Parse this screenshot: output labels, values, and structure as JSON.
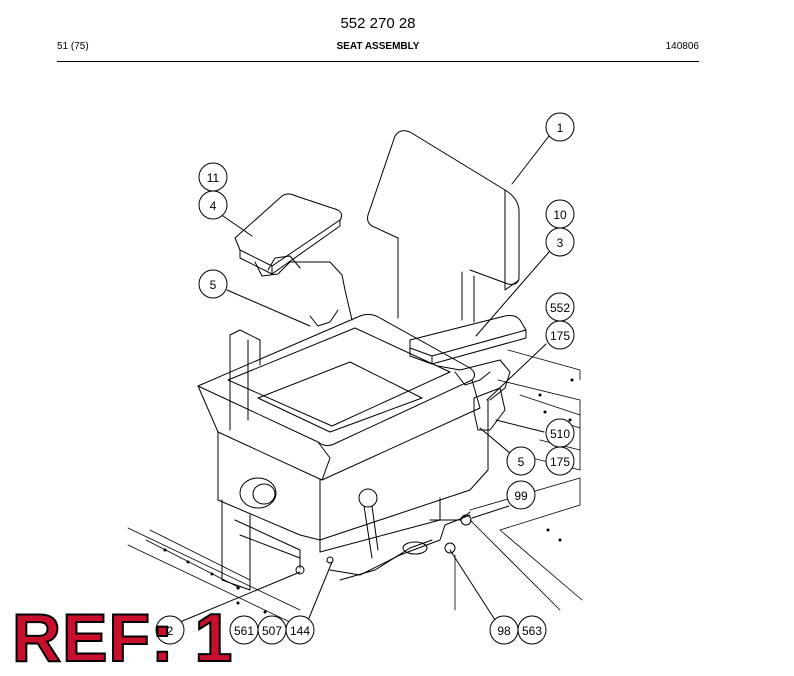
{
  "header": {
    "part_number": "552 270 28",
    "page": "51 (75)",
    "title": "SEAT ASSEMBLY",
    "date_code": "140806"
  },
  "callouts": {
    "c1": "1",
    "c11": "11",
    "c4": "4",
    "c10": "10",
    "c3": "3",
    "c5a": "5",
    "c552": "552",
    "c175a": "175",
    "c510": "510",
    "c5b": "5",
    "c175b": "175",
    "c99": "99",
    "c2": "2",
    "c561": "561",
    "c507": "507",
    "c144": "144",
    "c98": "98",
    "c563": "563"
  },
  "reference_label": "REF: 1"
}
